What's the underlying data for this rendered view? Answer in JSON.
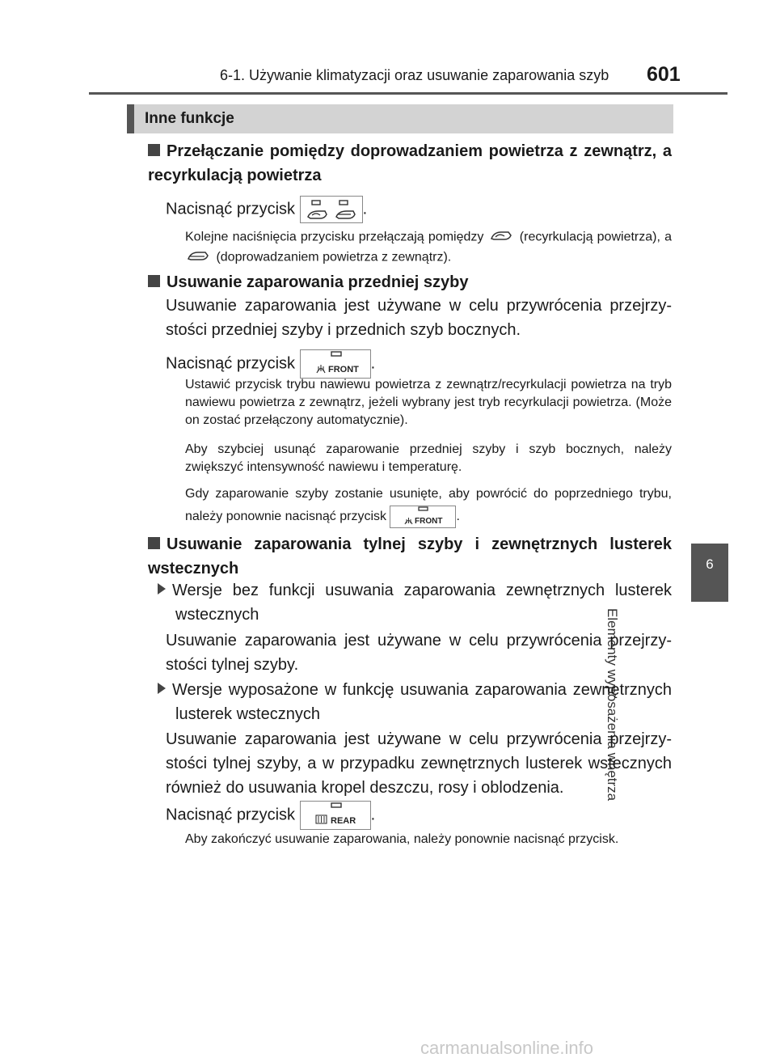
{
  "header": {
    "title": "6-1. Używanie klimatyzacji oraz usuwanie zaparowania szyb",
    "page_number": "601"
  },
  "side_tab": {
    "number": "6",
    "label": "Elementy wyposażenia wnętrza"
  },
  "section": {
    "title": "Inne funkcje"
  },
  "blocks": {
    "b1": {
      "heading": "Przełączanie pomiędzy doprowadzaniem powietrza z zewnątrz, a recyrkulacją powietrza",
      "press": "Nacisnąć przycisk",
      "note_a": "Kolejne naciśnięcia przycisku przełączają pomiędzy",
      "note_b": "(recyrkulacją powietrza), a",
      "note_c": "(doprowadzaniem powietrza z zewnątrz)."
    },
    "b2": {
      "heading": "Usuwanie zaparowania przedniej szyby",
      "body": "Usuwanie zaparowania jest używane w celu przywrócenia przejrzy­stości przedniej szyby i przednich szyb bocznych.",
      "press": "Nacisnąć przycisk",
      "note1": "Ustawić przycisk trybu nawiewu powietrza z zewnątrz/recyrkulacji po­wietrza na tryb nawiewu powietrza z zewnątrz, jeżeli wybrany jest tryb recyrkulacji powietrza. (Może on zostać przełączony automatycznie).",
      "note2": "Aby szybciej usunąć zaparowanie przedniej szyby i szyb bocznych, na­leży zwiększyć intensywność nawiewu i temperaturę.",
      "note3a": "Gdy zaparowanie szyby zostanie usunięte, aby powrócić do poprzedniego trybu, należy ponownie nacisnąć przycisk"
    },
    "b3": {
      "heading": "Usuwanie zaparowania tylnej szyby i zewnętrznych lusterek wstecznych",
      "variant1": "Wersje bez funkcji usuwania zaparowania zewnętrznych lusterek wstecznych",
      "body1": "Usuwanie zaparowania jest używane w celu przywrócenia przejrzy­stości tylnej szyby.",
      "variant2": "Wersje wyposażone w funkcję usuwania zaparowania zewnętrz­nych lusterek wstecznych",
      "body2": "Usuwanie zaparowania jest używane w celu przywrócenia przejrzy­stości tylnej szyby, a w przypadku zewnętrznych lusterek wstecznych również do usuwania kropel deszczu, rosy i oblodzenia.",
      "press": "Nacisnąć przycisk",
      "note": "Aby zakończyć usuwanie zaparowania, należy ponownie nacisnąć przy­cisk."
    }
  },
  "buttons": {
    "front_label": "FRONT",
    "rear_label": "REAR"
  },
  "watermark": "carmanualsonline.info"
}
